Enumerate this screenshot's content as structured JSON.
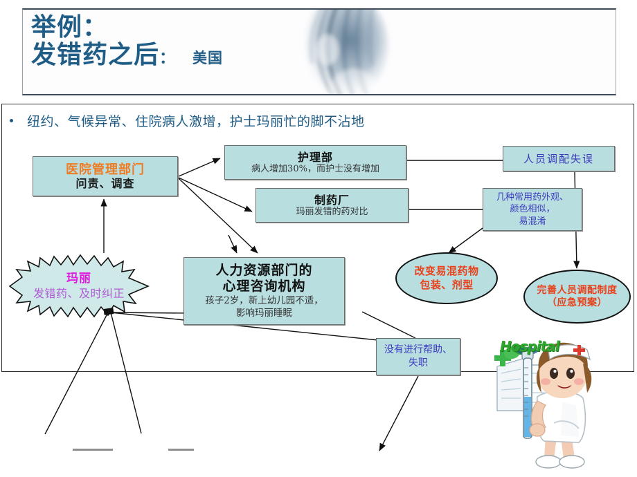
{
  "header": {
    "title_line1": "举例：",
    "title_line2": "发错药之后",
    "title_colon": "：",
    "title_sub": "美国",
    "deco_icon": "blurred-feather-image"
  },
  "content": {
    "bullet": "纽约、气候异常、住院病人激增，护士玛丽忙的脚不沾地",
    "bullet_marker": "bullet-dot"
  },
  "diagram": {
    "nodes": {
      "management": {
        "title": "医院管理部门",
        "sub": "问责、调查"
      },
      "nursing": {
        "title": "护理部",
        "sub": "病人增加30%，而护士没有增加"
      },
      "pharma": {
        "title": "制药厂",
        "sub": "玛丽发错的药对比"
      },
      "staffing": {
        "title": "人员调配失误"
      },
      "drug_mixup": {
        "sub": "几种常用药外观、\n颜色相似，\n易混淆"
      },
      "hr": {
        "title": "人力资源部门的\n心理咨询机构",
        "sub": "孩子2岁，新上幼儿园不适，\n影响玛丽睡眠"
      },
      "failure": {
        "sub": "没有进行帮助、\n失职"
      },
      "mary": {
        "title": "玛丽",
        "sub": "发错药、及时纠正"
      },
      "packaging": {
        "sub": "改变易混药物\n包装、剂型"
      },
      "policy": {
        "sub": "完善人员调配制度\n（应急预案）"
      }
    },
    "clipart": {
      "word": "Hospital",
      "figure": "nurse-with-syringe"
    }
  },
  "colors": {
    "node_fill": "#b9dee0",
    "node_border": "#6d6d6d",
    "header_text": "#1f5c86",
    "orange_text": "#ef7b23",
    "blue_text": "#3b3bbd",
    "red_text": "#e8421c",
    "magenta_text": "#e019e0",
    "violet_text": "#b05cd6",
    "hospital_green": "#2fa72f"
  }
}
